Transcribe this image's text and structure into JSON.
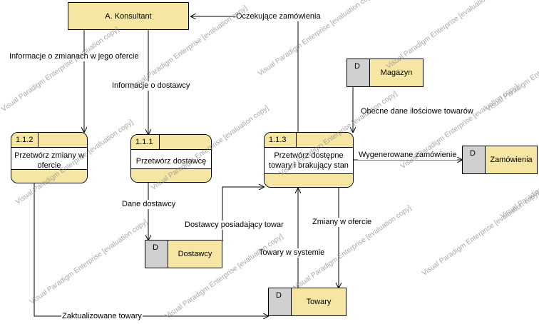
{
  "entities": {
    "konsultant": "A. Konsultant"
  },
  "processes": [
    {
      "id": "1.1.2",
      "name": "Przetwórz zmiany w ofercie"
    },
    {
      "id": "1.1.1",
      "name": "Przetwórz dostawcę"
    },
    {
      "id": "1.1.3",
      "name": "Przetwórz dostępne towary i brakujący stan"
    }
  ],
  "stores": [
    {
      "id": "D",
      "name": "Magazyn"
    },
    {
      "id": "D",
      "name": "Zamówienia"
    },
    {
      "id": "D",
      "name": "Dostawcy"
    },
    {
      "id": "D",
      "name": "Towary"
    }
  ],
  "flows": {
    "oczekujace": "Oczekujące zamówienia",
    "info_zmiany": "Informacje o zmianach w jego ofercie",
    "info_dostawcy": "Informacje o dostawcy",
    "obecne_dane": "Obecne dane ilościowe towarów",
    "wygenerowane": "Wygenerowane zamówienie",
    "dane_dostawcy": "Dane dostawcy",
    "dostawcy_towar": "Dostawcy posiadający towar",
    "zmiany_oferta": "Zmiany w ofercie",
    "towary_system": "Towary w systemie",
    "zaktualizowane": "Zaktualizowane towary"
  },
  "watermark": "Visual Paradigm Enterprise [evaluation copy]"
}
